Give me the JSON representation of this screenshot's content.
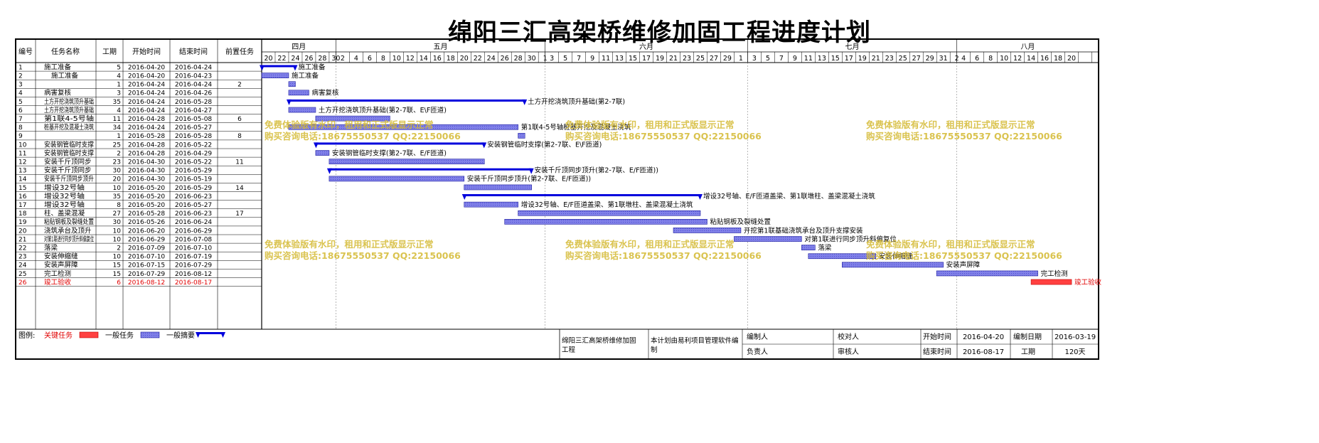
{
  "title": "绵阳三汇高架桥维修加固工程进度计划",
  "columns": [
    "编号",
    "任务名称",
    "工期",
    "开始时间",
    "结束时间",
    "前置任务"
  ],
  "months": [
    {
      "label": "四月",
      "start": "2016-04-20",
      "end": "2016-04-30"
    },
    {
      "label": "五月",
      "start": "2016-05-01",
      "end": "2016-05-31"
    },
    {
      "label": "六月",
      "start": "2016-06-01",
      "end": "2016-06-30"
    },
    {
      "label": "七月",
      "start": "2016-07-01",
      "end": "2016-07-31"
    },
    {
      "label": "八月",
      "start": "2016-08-01",
      "end": "2016-08-21"
    }
  ],
  "day_ticks": [
    "20",
    "22",
    "24",
    "26",
    "28",
    "30",
    "2",
    "4",
    "6",
    "8",
    "10",
    "12",
    "14",
    "16",
    "18",
    "20",
    "22",
    "24",
    "26",
    "28",
    "30",
    "1",
    "3",
    "5",
    "7",
    "9",
    "11",
    "13",
    "15",
    "17",
    "19",
    "21",
    "23",
    "25",
    "27",
    "29",
    "1",
    "3",
    "5",
    "7",
    "9",
    "11",
    "13",
    "15",
    "17",
    "19",
    "21",
    "23",
    "25",
    "27",
    "29",
    "31",
    "2",
    "4",
    "6",
    "8",
    "10",
    "12",
    "14",
    "16",
    "18",
    "20"
  ],
  "chart_data": {
    "type": "gantt",
    "title": "绵阳三汇高架桥维修加固工程进度计划",
    "xlim": [
      "2016-04-20",
      "2016-08-21"
    ],
    "tasks": [
      {
        "id": "1",
        "name": "施工准备",
        "duration": "5",
        "start": "2016-04-20",
        "end": "2016-04-24",
        "pred": "",
        "kind": "summary",
        "bar_label": "施工准备"
      },
      {
        "id": "2",
        "name": "施工准备",
        "duration": "4",
        "start": "2016-04-20",
        "end": "2016-04-23",
        "pred": "",
        "kind": "normal",
        "bar_label": "施工准备"
      },
      {
        "id": "3",
        "name": "",
        "duration": "1",
        "start": "2016-04-24",
        "end": "2016-04-24",
        "pred": "2",
        "kind": "normal",
        "bar_label": ""
      },
      {
        "id": "4",
        "name": "病害复核",
        "duration": "3",
        "start": "2016-04-24",
        "end": "2016-04-26",
        "pred": "",
        "kind": "normal",
        "bar_label": "病害复核"
      },
      {
        "id": "5",
        "name": "土方开挖浇筑顶升基础",
        "duration": "35",
        "start": "2016-04-24",
        "end": "2016-05-28",
        "pred": "",
        "kind": "summary",
        "bar_label": "土方开挖浇筑顶升基础(第2-7联)"
      },
      {
        "id": "6",
        "name": "土方开挖浇筑顶升基础",
        "duration": "4",
        "start": "2016-04-24",
        "end": "2016-04-27",
        "pred": "",
        "kind": "normal",
        "bar_label": "土方开挖浇筑顶升基础(第2-7联、E\\F匝道)"
      },
      {
        "id": "7",
        "name": "第1联4-5号轴",
        "duration": "11",
        "start": "2016-04-28",
        "end": "2016-05-08",
        "pred": "6",
        "kind": "normal",
        "bar_label": ""
      },
      {
        "id": "8",
        "name": "桩基开挖及混凝土浇筑",
        "duration": "34",
        "start": "2016-04-24",
        "end": "2016-05-27",
        "pred": "",
        "kind": "normal",
        "bar_label": "第1联4-5号轴桩基开挖及混凝土浇筑"
      },
      {
        "id": "9",
        "name": "",
        "duration": "1",
        "start": "2016-05-28",
        "end": "2016-05-28",
        "pred": "8",
        "kind": "normal",
        "bar_label": ""
      },
      {
        "id": "10",
        "name": "安装钢管临时支撑",
        "duration": "25",
        "start": "2016-04-28",
        "end": "2016-05-22",
        "pred": "",
        "kind": "summary",
        "bar_label": "安装钢管临时支撑(第2-7联、E\\F匝道)"
      },
      {
        "id": "11",
        "name": "安装钢管临时支撑",
        "duration": "2",
        "start": "2016-04-28",
        "end": "2016-04-29",
        "pred": "",
        "kind": "normal",
        "bar_label": "安装钢管临时支撑(第2-7联、E/F匝道)"
      },
      {
        "id": "12",
        "name": "安装千斤顶同步",
        "duration": "23",
        "start": "2016-04-30",
        "end": "2016-05-22",
        "pred": "11",
        "kind": "normal",
        "bar_label": ""
      },
      {
        "id": "13",
        "name": "安装千斤顶同步",
        "duration": "30",
        "start": "2016-04-30",
        "end": "2016-05-29",
        "pred": "",
        "kind": "summary",
        "bar_label": "安装千斤顶同步顶升(第2-7联、E/F匝道))"
      },
      {
        "id": "14",
        "name": "安装千斤顶同步顶升",
        "duration": "20",
        "start": "2016-04-30",
        "end": "2016-05-19",
        "pred": "",
        "kind": "normal",
        "bar_label": "安装千斤顶同步顶升(第2-7联、E/F匝道))"
      },
      {
        "id": "15",
        "name": "增设32号轴",
        "duration": "10",
        "start": "2016-05-20",
        "end": "2016-05-29",
        "pred": "14",
        "kind": "normal",
        "bar_label": ""
      },
      {
        "id": "16",
        "name": "增设32号轴",
        "duration": "35",
        "start": "2016-05-20",
        "end": "2016-06-23",
        "pred": "",
        "kind": "summary",
        "bar_label": "增设32号轴、E/F匝道盖梁、第1联墩柱、盖梁混凝土浇筑"
      },
      {
        "id": "17",
        "name": "增设32号轴",
        "duration": "8",
        "start": "2016-05-20",
        "end": "2016-05-27",
        "pred": "",
        "kind": "normal",
        "bar_label": "增设32号轴、E/F匝道盖梁、第1联墩柱、盖梁混凝土浇筑"
      },
      {
        "id": "18",
        "name": "柱、盖梁混凝",
        "duration": "27",
        "start": "2016-05-28",
        "end": "2016-06-23",
        "pred": "17",
        "kind": "normal",
        "bar_label": ""
      },
      {
        "id": "19",
        "name": "粘贴钢板及裂缝处置",
        "duration": "30",
        "start": "2016-05-26",
        "end": "2016-06-24",
        "pred": "",
        "kind": "normal",
        "bar_label": "粘贴钢板及裂缝处置"
      },
      {
        "id": "20",
        "name": "浇筑承台及顶升",
        "duration": "10",
        "start": "2016-06-20",
        "end": "2016-06-29",
        "pred": "",
        "kind": "normal",
        "bar_label": "开挖第1联基础浇筑承台及顶升支撑安装"
      },
      {
        "id": "21",
        "name": "对第1联进行同步顶升斜偏复位",
        "duration": "10",
        "start": "2016-06-29",
        "end": "2016-07-08",
        "pred": "",
        "kind": "normal",
        "bar_label": "对第1联进行同步顶升斜偏复位"
      },
      {
        "id": "22",
        "name": "落梁",
        "duration": "2",
        "start": "2016-07-09",
        "end": "2016-07-10",
        "pred": "",
        "kind": "normal",
        "bar_label": "落梁"
      },
      {
        "id": "23",
        "name": "安装伸缩缝",
        "duration": "10",
        "start": "2016-07-10",
        "end": "2016-07-19",
        "pred": "",
        "kind": "normal",
        "bar_label": "安装伸缩缝"
      },
      {
        "id": "24",
        "name": "安装声屏障",
        "duration": "15",
        "start": "2016-07-15",
        "end": "2016-07-29",
        "pred": "",
        "kind": "normal",
        "bar_label": "安装声屏障"
      },
      {
        "id": "25",
        "name": "完工检测",
        "duration": "15",
        "start": "2016-07-29",
        "end": "2016-08-12",
        "pred": "",
        "kind": "normal",
        "bar_label": "完工检测"
      },
      {
        "id": "26",
        "name": "竣工验收",
        "duration": "6",
        "start": "2016-08-12",
        "end": "2016-08-17",
        "pred": "",
        "kind": "critical",
        "bar_label": "竣工验收"
      }
    ]
  },
  "legend": {
    "prefix": "图例:",
    "critical": "关键任务",
    "normal": "一般任务",
    "summary": "一般摘要"
  },
  "footer": {
    "project": "绵阳三汇高架桥维修加固工程",
    "software": "本计划由易利项目管理软件编制",
    "compiler_label": "编制人",
    "checker_label": "校对人",
    "responsible_label": "负责人",
    "auditor_label": "审核人",
    "start_label": "开始时间",
    "start_value": "2016-04-20",
    "compile_date_label": "编制日期",
    "compile_date_value": "2016-03-19",
    "end_label": "结束时间",
    "end_value": "2016-08-17",
    "duration_label": "工期",
    "duration_value": "120天"
  },
  "watermark": {
    "line1": "免费体验版有水印，租用和正式版显示正常",
    "line2": "购买咨询电话:18675550537 QQ:22150066"
  },
  "colors": {
    "summary": "#0000dd",
    "normal": "#7070e0",
    "critical": "#ff4040",
    "critical_text": "#e00000",
    "watermark": "#d4b830"
  }
}
